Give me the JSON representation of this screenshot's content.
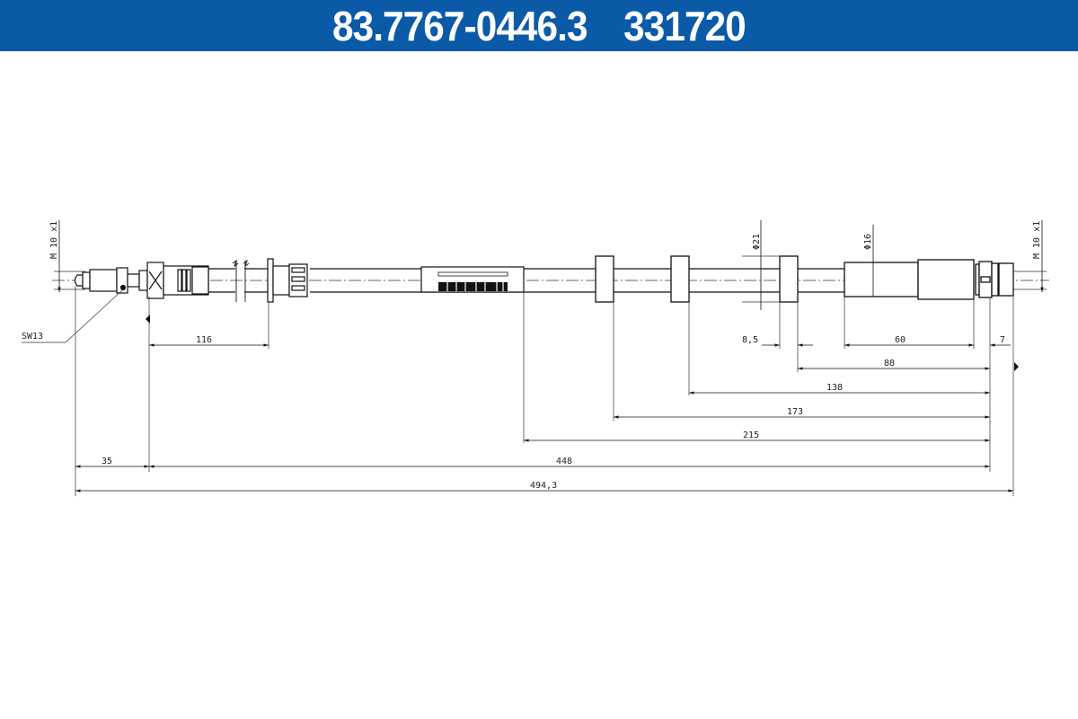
{
  "header": {
    "part_number": "83.7767-0446.3",
    "ref_number": "331720",
    "background_color": "#0a5aa8",
    "text_color": "#ffffff"
  },
  "drawing": {
    "subject": "brake-hose",
    "labels": {
      "thread_left": "M 10 x1",
      "thread_right": "M 10 x1",
      "wrench_size": "SW13",
      "diameter_21": "Φ21",
      "diameter_16": "Φ16"
    },
    "dimensions": {
      "d116": "116",
      "d8_5": "8,5",
      "d60": "60",
      "d7": "7",
      "d88": "88",
      "d138": "138",
      "d173": "173",
      "d215": "215",
      "d35": "35",
      "d448": "448",
      "d494_3": "494,3"
    }
  }
}
